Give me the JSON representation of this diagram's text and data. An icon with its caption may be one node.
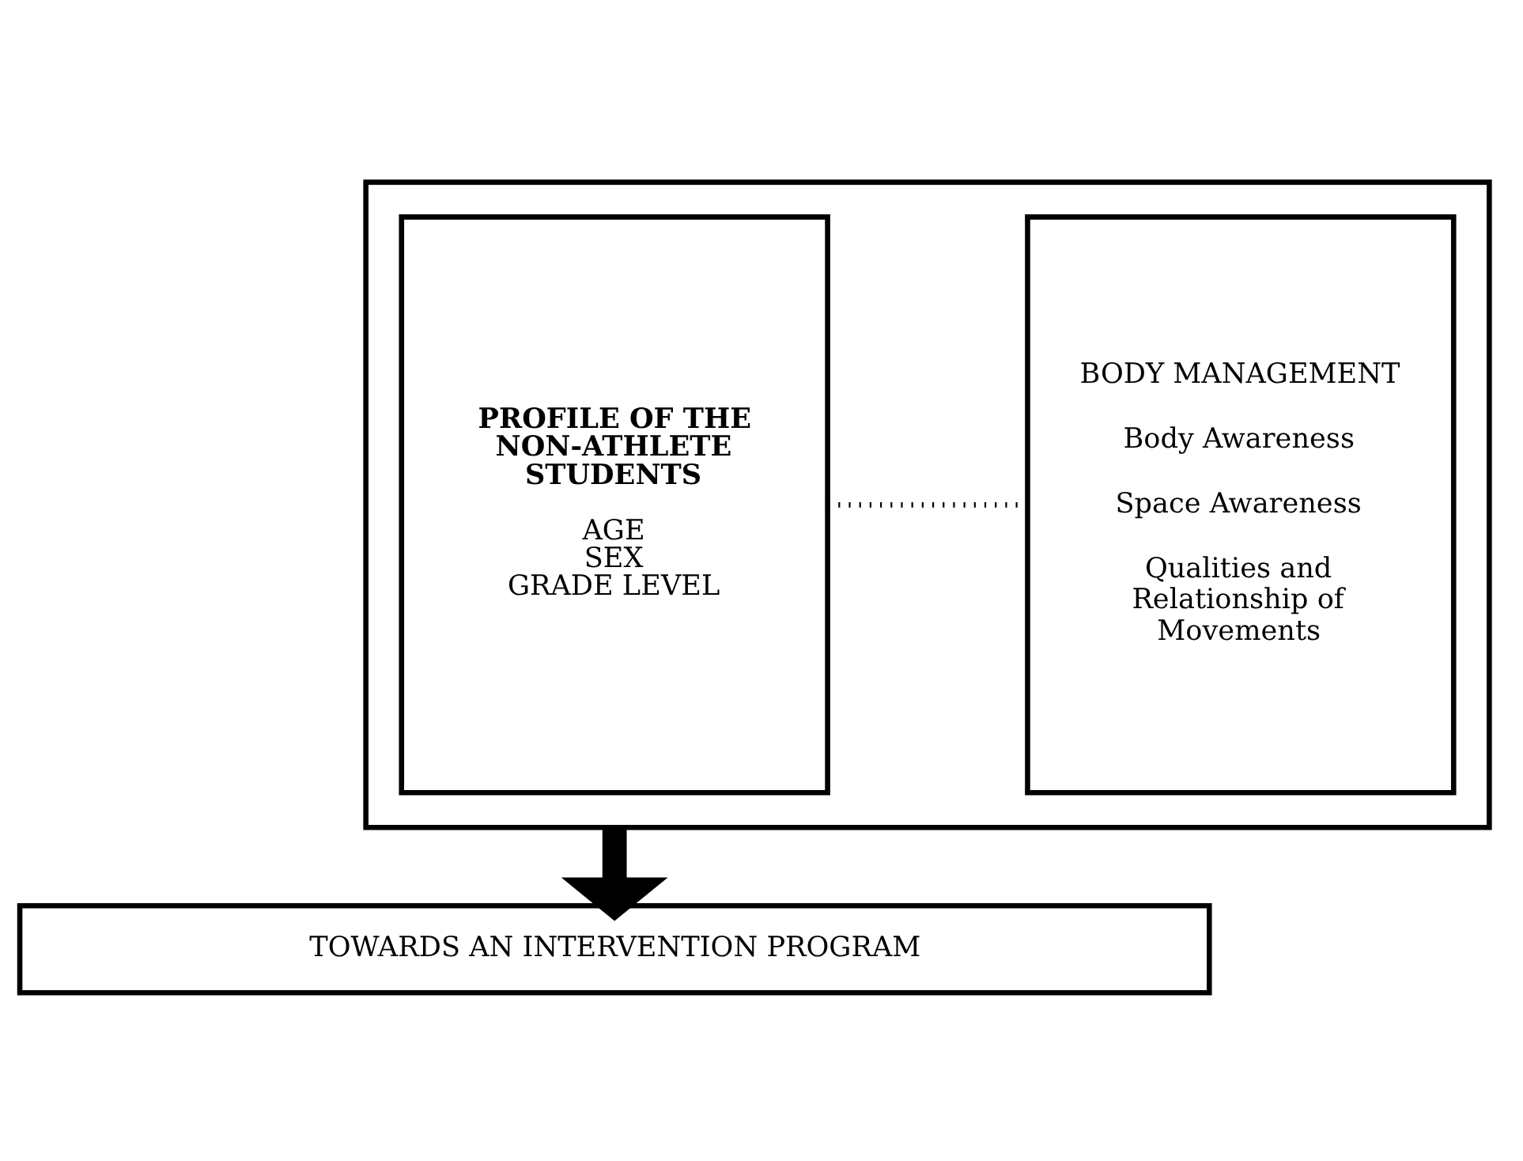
{
  "diagram": {
    "nodes": [
      {
        "text": [],
        "shape": "box"
      },
      {
        "text": [
          "PROFILE OF THE NON-ATHLETE STUDENTS",
          "AGE",
          "SEX",
          "GRADE LEVEL"
        ],
        "in": 0
      },
      {
        "text": [
          "BODY MANAGEMENT",
          "Body Awareness",
          "Space Awareness",
          "Qualities and Relationship of Movements"
        ],
        "in": 0
      },
      {
        "text": [
          "TOWARDS AN INTERVENTION PROGRAM"
        ]
      }
    ],
    "edges": [
      {
        "from": 1,
        "to": 2,
        "arrow": "none",
        "style": "dashed"
      },
      {
        "from": 0,
        "to": 3,
        "arrow": "to",
        "style": "thick"
      }
    ]
  }
}
